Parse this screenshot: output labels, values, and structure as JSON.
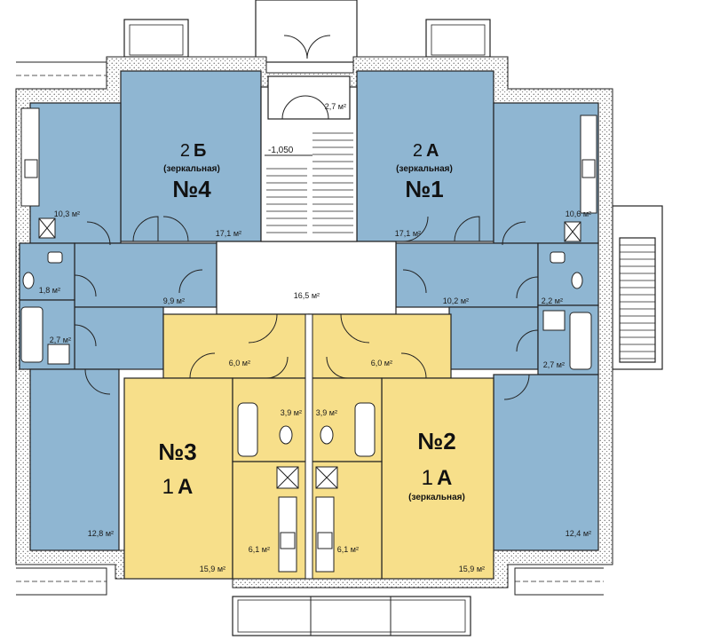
{
  "colors": {
    "apartment_two_room": "#8fb6d2",
    "apartment_one_room": "#f7df8a",
    "common_area": "#ffffff",
    "walls": "#222222"
  },
  "level_mark": "-1,050",
  "apartments": [
    {
      "id": "apt-2b",
      "rooms": "2",
      "type": "Б",
      "note": "(зеркальная)",
      "number": "№4"
    },
    {
      "id": "apt-2a",
      "rooms": "2",
      "type": "А",
      "note": "(зеркальная)",
      "number": "№1"
    },
    {
      "id": "apt-1a-left",
      "rooms": "1",
      "type": "А",
      "note": "",
      "number": "№3"
    },
    {
      "id": "apt-1a-right",
      "rooms": "1",
      "type": "А",
      "note": "(зеркальная)",
      "number": "№2"
    }
  ],
  "areas": {
    "vestibule": "2,7 м²",
    "hall": "16,5 м²",
    "apt4_kitchen": "10,3 м²",
    "apt4_room": "17,1 м²",
    "apt4_bath_top": "1,8 м²",
    "apt4_bath_bottom": "2,7 м²",
    "apt4_corridor": "9,9 м²",
    "apt4_room_bottom": "12,8 м²",
    "apt1_kitchen": "10,6 м²",
    "apt1_room": "17,1 м²",
    "apt1_bath_top": "2,2 м²",
    "apt1_bath_bottom": "2,7 м²",
    "apt1_corridor": "10,2 м²",
    "apt1_room_bottom": "12,4 м²",
    "apt3_corridor": "6,0 м²",
    "apt3_bath": "3,9 м²",
    "apt3_room": "15,9 м²",
    "apt3_kitchen": "6,1 м²",
    "apt2_corridor": "6,0 м²",
    "apt2_bath": "3,9 м²",
    "apt2_room": "15,9 м²",
    "apt2_kitchen": "6,1 м²"
  }
}
